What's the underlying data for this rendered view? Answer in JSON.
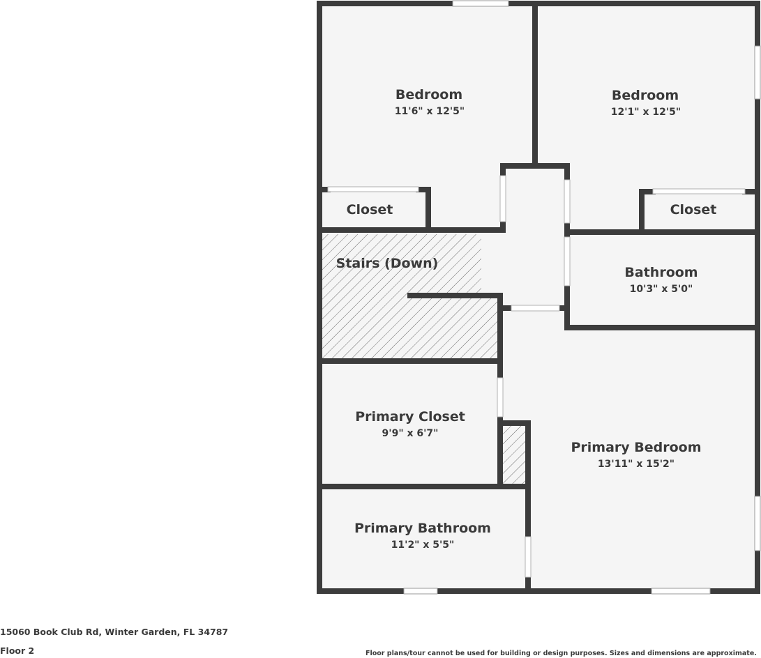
{
  "rooms": {
    "bedroom_left": {
      "name": "Bedroom",
      "dims": "11'6\" x 12'5\""
    },
    "bedroom_right": {
      "name": "Bedroom",
      "dims": "12'1\" x 12'5\""
    },
    "closet_left": {
      "name": "Closet"
    },
    "closet_right": {
      "name": "Closet"
    },
    "stairs": {
      "name": "Stairs (Down)"
    },
    "bathroom": {
      "name": "Bathroom",
      "dims": "10'3\" x 5'0\""
    },
    "primary_closet": {
      "name": "Primary Closet",
      "dims": "9'9\" x 6'7\""
    },
    "primary_bedroom": {
      "name": "Primary Bedroom",
      "dims": "13'11\" x 15'2\""
    },
    "primary_bathroom": {
      "name": "Primary Bathroom",
      "dims": "11'2\" x 5'5\""
    }
  },
  "footer": {
    "address": "15060 Book Club Rd, Winter Garden, FL 34787",
    "floor": "Floor 2",
    "disclaimer": "Floor plans/tour cannot be used for building or design purposes. Sizes and dimensions are approximate."
  },
  "colors": {
    "wall": "#3c3c3c",
    "floor": "#f5f5f5",
    "window": "#ffffff",
    "text": "#3a3a3a"
  }
}
